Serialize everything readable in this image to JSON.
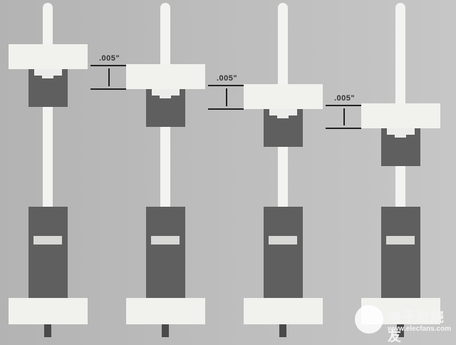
{
  "diagram": {
    "dimension_labels": [
      ".005\"",
      ".005\"",
      ".005\""
    ],
    "column_count": 4
  },
  "watermark": {
    "title": "电子发烧友",
    "url": "www.elecfans.com"
  }
}
